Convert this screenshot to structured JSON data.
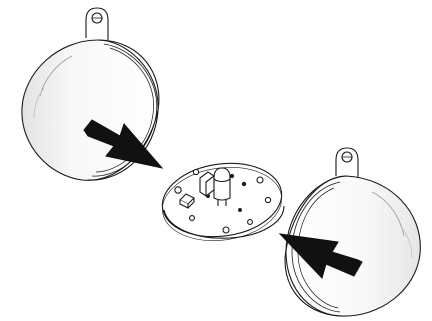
{
  "diagram": {
    "parts": [
      {
        "id": "left-half-shell",
        "icon": "hemisphere-shell-icon"
      },
      {
        "id": "led-circuit-board",
        "icon": "circuit-board-icon"
      },
      {
        "id": "right-half-shell",
        "icon": "hemisphere-shell-icon"
      }
    ],
    "arrows": [
      {
        "id": "arrow-left-to-board",
        "direction": "down-right"
      },
      {
        "id": "arrow-right-to-board",
        "direction": "up-left"
      }
    ],
    "colors": {
      "stroke": "#1a1a1a",
      "shell_fill": "#ffffff",
      "shell_shade": "#d9d9d9",
      "arrow": "#111111",
      "background": "#ffffff"
    }
  }
}
